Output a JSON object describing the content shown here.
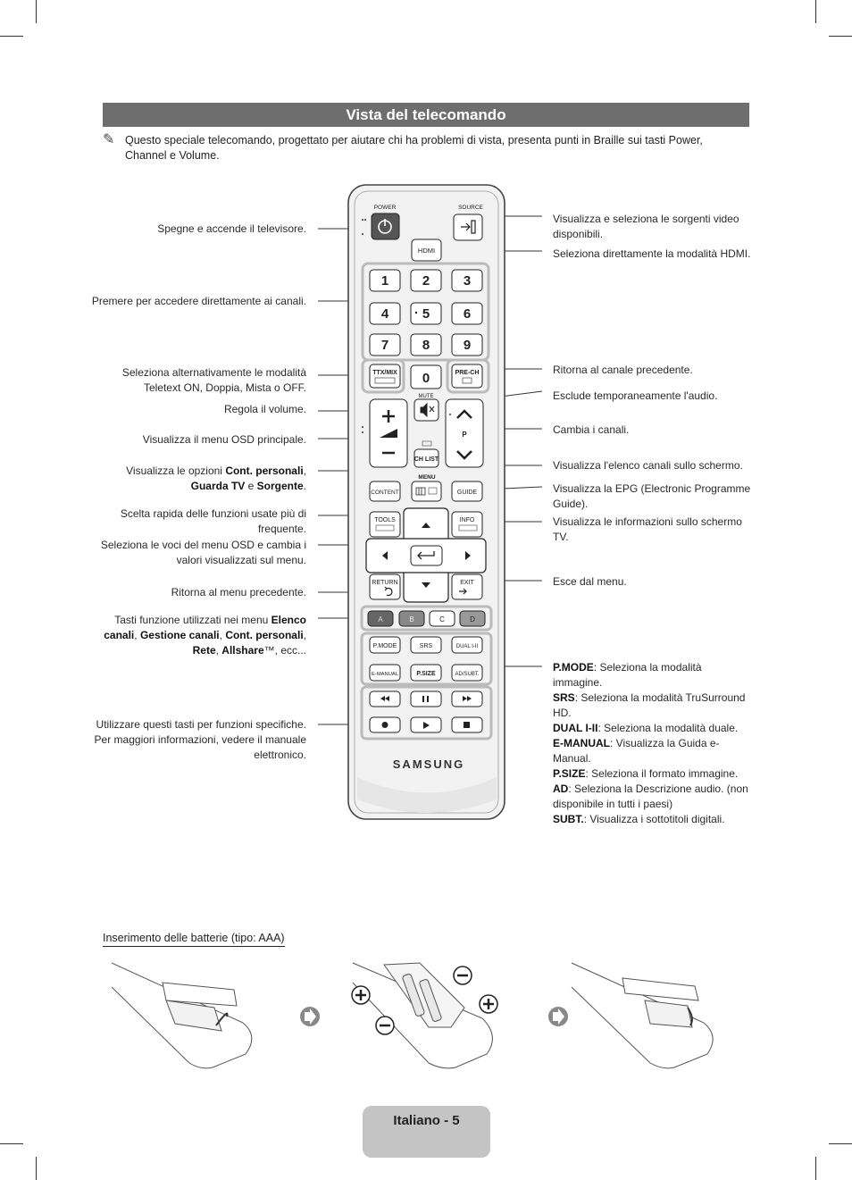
{
  "header": {
    "title": "Vista del telecomando"
  },
  "note": "Questo speciale telecomando, progettato per aiutare chi ha problemi di vista, presenta punti in Braille sui tasti Power, Channel e Volume.",
  "left_labels": {
    "power": "Spegne e accende il televisore.",
    "numbers": "Premere per accedere direttamente ai canali.",
    "ttx": "Seleziona alternativamente le modalità Teletext ON, Doppia, Mista o OFF.",
    "volume": "Regola il volume.",
    "menu": "Visualizza il menu OSD principale.",
    "content_pre": "Visualizza le opzioni ",
    "content_b1": "Cont. personali",
    "content_sep1": ", ",
    "content_b2": "Guarda TV",
    "content_sep2": " e ",
    "content_b3": "Sorgente",
    "content_end": ".",
    "tools": "Scelta rapida delle funzioni usate più di frequente.",
    "nav": "Seleziona le voci del menu OSD e cambia i valori visualizzati sul menu.",
    "return": "Ritorna al menu precedente.",
    "color_pre": "Tasti funzione utilizzati nei menu ",
    "color_b1": "Elenco canali",
    "color_s1": ", ",
    "color_b2": "Gestione canali",
    "color_s2": ", ",
    "color_b3": "Cont. personali",
    "color_s3": ", ",
    "color_b4": "Rete",
    "color_s4": ", ",
    "color_b5": "Allshare",
    "color_end": "™, ecc...",
    "media": "Utilizzare questi tasti per funzioni specifiche. Per maggiori informazioni, vedere il manuale elettronico."
  },
  "right_labels": {
    "source": "Visualizza e seleziona le sorgenti video disponibili.",
    "hdmi": "Seleziona direttamente la modalità HDMI.",
    "prech": "Ritorna al canale precedente.",
    "mute": "Esclude temporaneamente l'audio.",
    "channel": "Cambia i canali.",
    "chlist": "Visualizza l'elenco canali sullo schermo.",
    "guide": "Visualizza la EPG (Electronic Programme Guide).",
    "info": "Visualizza le informazioni sullo schermo TV.",
    "exit": "Esce dal menu."
  },
  "func_list": [
    {
      "key": "P.MODE",
      "desc": ": Seleziona la modalità immagine."
    },
    {
      "key": "SRS",
      "desc": ": Seleziona la modalità TruSurround HD."
    },
    {
      "key": "DUAL I-II",
      "desc": ": Seleziona la modalità duale."
    },
    {
      "key": "E-MANUAL",
      "desc": ": Visualizza la Guida e-Manual."
    },
    {
      "key": "P.SIZE",
      "desc": ": Seleziona il formato immagine."
    },
    {
      "key": "AD",
      "desc": ": Seleziona la Descrizione audio. (non disponibile in tutti i paesi)"
    },
    {
      "key": "SUBT.",
      "desc": ": Visualizza i sottotitoli digitali."
    }
  ],
  "remote": {
    "power": "POWER",
    "source": "SOURCE",
    "hdmi": "HDMI",
    "digits": [
      "1",
      "2",
      "3",
      "4",
      "5",
      "6",
      "7",
      "8",
      "9",
      "0"
    ],
    "ttx": "TTX/MIX",
    "prech": "PRE-CH",
    "mute": "MUTE",
    "p": "P",
    "chlist": "CH LIST",
    "menu": "MENU",
    "content": "CONTENT",
    "guide": "GUIDE",
    "tools": "TOOLS",
    "info": "INFO",
    "return": "RETURN",
    "exit": "EXIT",
    "colors": [
      "A",
      "B",
      "C",
      "D"
    ],
    "pmode": "P.MODE",
    "srs": "SRS",
    "dual": "DUAL I-II",
    "emanual": "E-MANUAL",
    "psize": "P.SIZE",
    "adsubt": "AD/SUBT.",
    "brand": "SAMSUNG"
  },
  "batteries": {
    "title": "Inserimento delle batterie (tipo: AAA)"
  },
  "footer": {
    "page": "Italiano - 5"
  }
}
